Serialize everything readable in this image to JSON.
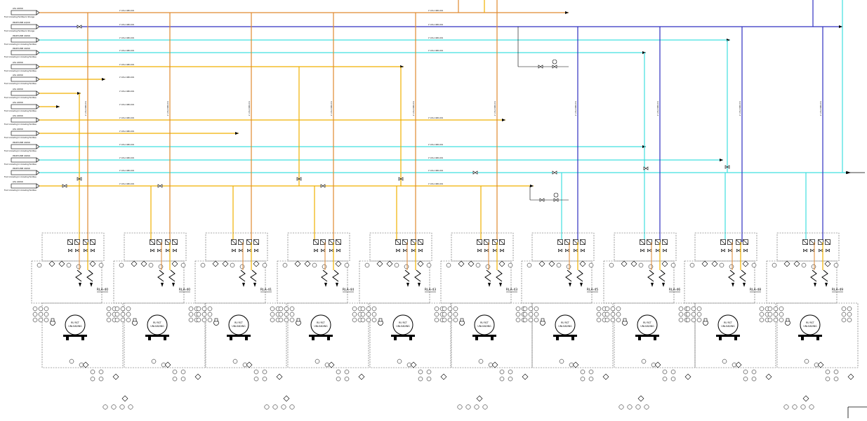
{
  "colors": {
    "background": "#ffffff",
    "propane_liquid": "#f0b000",
    "propane_liquid_light": "#f4c430",
    "propane_vapor": "#40e0e0",
    "butane_blue": "#3030c0",
    "orange_header": "#e08a30",
    "ink": "#000000"
  },
  "stations": [
    {
      "id": "RLA-40",
      "vessel_label_1": "RU RCT",
      "vessel_label_2": "UNLOADING"
    },
    {
      "id": "RLA-40",
      "vessel_label_1": "RU RCT",
      "vessel_label_2": "UNLOADING"
    },
    {
      "id": "RLA-41",
      "vessel_label_1": "RU RCT",
      "vessel_label_2": "UNLOADING"
    },
    {
      "id": "RLA-44",
      "vessel_label_1": "RU RCT",
      "vessel_label_2": "UNLOADING"
    },
    {
      "id": "RLA-43",
      "vessel_label_1": "RU RCT",
      "vessel_label_2": "UNLOADING"
    },
    {
      "id": "RLA-43",
      "vessel_label_1": "RU RCT",
      "vessel_label_2": "UNLOADING"
    },
    {
      "id": "RLA-45",
      "vessel_label_1": "RU RCT",
      "vessel_label_2": "UNLOADING"
    },
    {
      "id": "RLA-46",
      "vessel_label_1": "RU RCT",
      "vessel_label_2": "UNLOADING"
    },
    {
      "id": "RLA-48",
      "vessel_label_1": "RU RCT",
      "vessel_label_2": "UNLOADING"
    },
    {
      "id": "RLA-49",
      "vessel_label_1": "RU RCT",
      "vessel_label_2": "UNLOADING"
    }
  ],
  "header_lines": [
    {
      "kind": "orange",
      "tag": "LPG VAPOR",
      "note": "From Unloading Facilities to Storage"
    },
    {
      "kind": "blue",
      "tag": "PROPYLENE LIQUID",
      "note": "From Unloading Facilities to Storage"
    },
    {
      "kind": "cyan",
      "tag": "PROPYLENE VAPOR",
      "note": "From Unloading to Unloading Facilities"
    },
    {
      "kind": "cyan",
      "tag": "PROPYLENE VAPOR",
      "note": "From Unloading to Unloading Facilities"
    },
    {
      "kind": "yellow",
      "tag": "LPG VAPOR",
      "note": "From Unloading to Unloading Facilities"
    },
    {
      "kind": "yellow",
      "tag": "LPG VAPOR",
      "note": "From Unloading to Unloading Facilities"
    },
    {
      "kind": "yellow",
      "tag": "LPG VAPOR",
      "note": "From Unloading to Unloading Facilities"
    },
    {
      "kind": "yellow",
      "tag": "LPG VAPOR",
      "note": "From Unloading to Unloading Facilities"
    },
    {
      "kind": "yellow",
      "tag": "LPG VAPOR",
      "note": "From Unloading to Unloading Facilities"
    },
    {
      "kind": "yellow",
      "tag": "LPG VAPOR",
      "note": "From Unloading to Unloading Facilities"
    },
    {
      "kind": "cyan",
      "tag": "PROPYLENE VAPOR",
      "note": "From Unloading to Unloading Facilities"
    },
    {
      "kind": "cyan",
      "tag": "PROPYLENE VAPOR",
      "note": "From Unloading to Unloading Facilities"
    },
    {
      "kind": "cyan",
      "tag": "PROPYLENE VAPOR",
      "note": "From Unloading to Unloading Facilities"
    },
    {
      "kind": "yellow",
      "tag": "LPG VAPOR",
      "note": "From Unloading to Unloading Facilities"
    }
  ]
}
